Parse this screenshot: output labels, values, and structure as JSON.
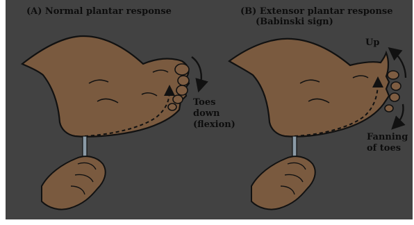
{
  "panels": [
    {
      "title": "(A) Normal plantar response",
      "annotation": [
        "Toes",
        "down",
        "(flexion)"
      ]
    },
    {
      "title_line1": "(B) Extensor plantar response",
      "title_line2": "(Babinski sign)",
      "annotation_up": "Up",
      "annotation_fan": [
        "Fanning",
        "of toes"
      ]
    }
  ],
  "colors": {
    "background": "#424242",
    "skin": "#7a5a3f",
    "skin_light": "#8a6a4c",
    "outline": "#111111",
    "text": "#0d0d0d"
  }
}
